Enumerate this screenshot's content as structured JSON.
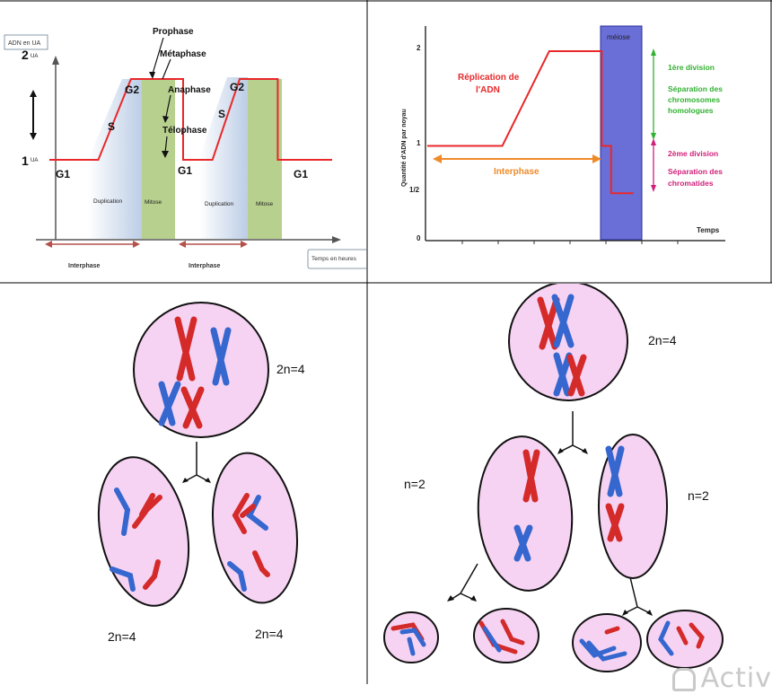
{
  "mitosis_graph": {
    "y_label": "ADN en UA",
    "y_tick_2": "2",
    "y_tick_2_unit": "UA",
    "y_tick_1": "1",
    "y_tick_1_unit": "UA",
    "x_label": "Temps en heures",
    "phases": [
      "G1",
      "S",
      "G2",
      "G1",
      "S",
      "G2",
      "G1"
    ],
    "stage_labels": [
      "Prophase",
      "Métaphase",
      "Anaphase",
      "Télophase"
    ],
    "band_labels": [
      "Duplication",
      "Mitose",
      "Duplication",
      "Mitose"
    ],
    "interphase_labels": [
      "Interphase",
      "Interphase"
    ],
    "dna_points": [
      [
        0,
        1
      ],
      [
        45,
        1
      ],
      [
        75,
        2
      ],
      [
        120,
        2
      ],
      [
        123,
        2
      ],
      [
        123,
        1
      ],
      [
        150,
        1
      ],
      [
        175,
        2
      ],
      [
        210,
        2
      ],
      [
        210,
        1
      ],
      [
        260,
        1
      ]
    ]
  },
  "meiosis_graph": {
    "y_label": "Quantité d'ADN par noyau",
    "y_ticks": [
      "2",
      "1",
      "1/2",
      "0"
    ],
    "x_label": "Temps",
    "band_label": "méiose",
    "replication_label_1": "Réplication de",
    "replication_label_2": "l'ADN",
    "interphase_label": "Interphase",
    "div1_title": "1ère division",
    "div1_desc": [
      "Séparation des",
      "chromosomes",
      "homologues"
    ],
    "div2_title": "2ème division",
    "div2_desc": [
      "Séparation des",
      "chromatides"
    ],
    "dna_points": [
      [
        0,
        1
      ],
      [
        40,
        1
      ],
      [
        65,
        2
      ],
      [
        90,
        2
      ],
      [
        93,
        2
      ],
      [
        93,
        1
      ],
      [
        98,
        1
      ],
      [
        98,
        0.5
      ],
      [
        110,
        0.5
      ]
    ]
  },
  "mitosis_cells": {
    "parent_label": "2n=4",
    "daughter_left_label": "2n=4",
    "daughter_right_label": "2n=4"
  },
  "meiosis_cells": {
    "parent_label": "2n=4",
    "left_label": "n=2",
    "right_label": "n=2"
  },
  "watermark": "Activ",
  "colors": {
    "dna_line": "#e8282a",
    "s_band": "#c9d6ea",
    "mitose_band": "#b7d08e",
    "meiosis_band": "#6a6fd8",
    "interphase_arrow_left": "#b5504a",
    "interphase_arrow_right": "#ef8a2a",
    "div1": "#31b131",
    "div2": "#d1207a",
    "cell_fill": "#f7d3f3",
    "chrom_red": "#d42a2a",
    "chrom_blue": "#3567cf"
  }
}
